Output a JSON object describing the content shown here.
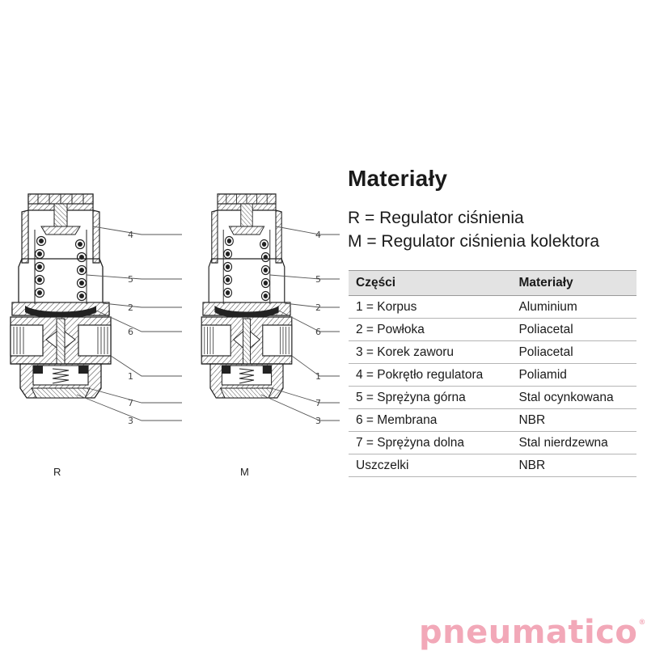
{
  "title": "Materiały",
  "definitions": [
    "R = Regulator ciśnienia",
    "M = Regulator ciśnienia kolektora"
  ],
  "table": {
    "headers": [
      "Części",
      "Materiały"
    ],
    "rows": [
      [
        "1 = Korpus",
        "Aluminium"
      ],
      [
        "2 = Powłoka",
        "Poliacetal"
      ],
      [
        "3 = Korek zaworu",
        "Poliacetal"
      ],
      [
        "4 = Pokrętło regulatora",
        "Poliamid"
      ],
      [
        "5 = Sprężyna górna",
        "Stal ocynkowana"
      ],
      [
        "6 = Membrana",
        "NBR"
      ],
      [
        "7 = Sprężyna dolna",
        "Stal nierdzewna"
      ],
      [
        "Uszczelki",
        "NBR"
      ]
    ]
  },
  "drawings": [
    {
      "label": "R",
      "callouts": [
        "4",
        "5",
        "2",
        "6",
        "1",
        "7",
        "3"
      ]
    },
    {
      "label": "M",
      "callouts": [
        "4",
        "5",
        "2",
        "6",
        "1",
        "7",
        "3"
      ]
    }
  ],
  "logo": {
    "text": "pneumatico",
    "mark": "®"
  },
  "colors": {
    "text": "#1a1a1a",
    "header_bg": "#e3e3e3",
    "logo": "#f2a8b8"
  }
}
